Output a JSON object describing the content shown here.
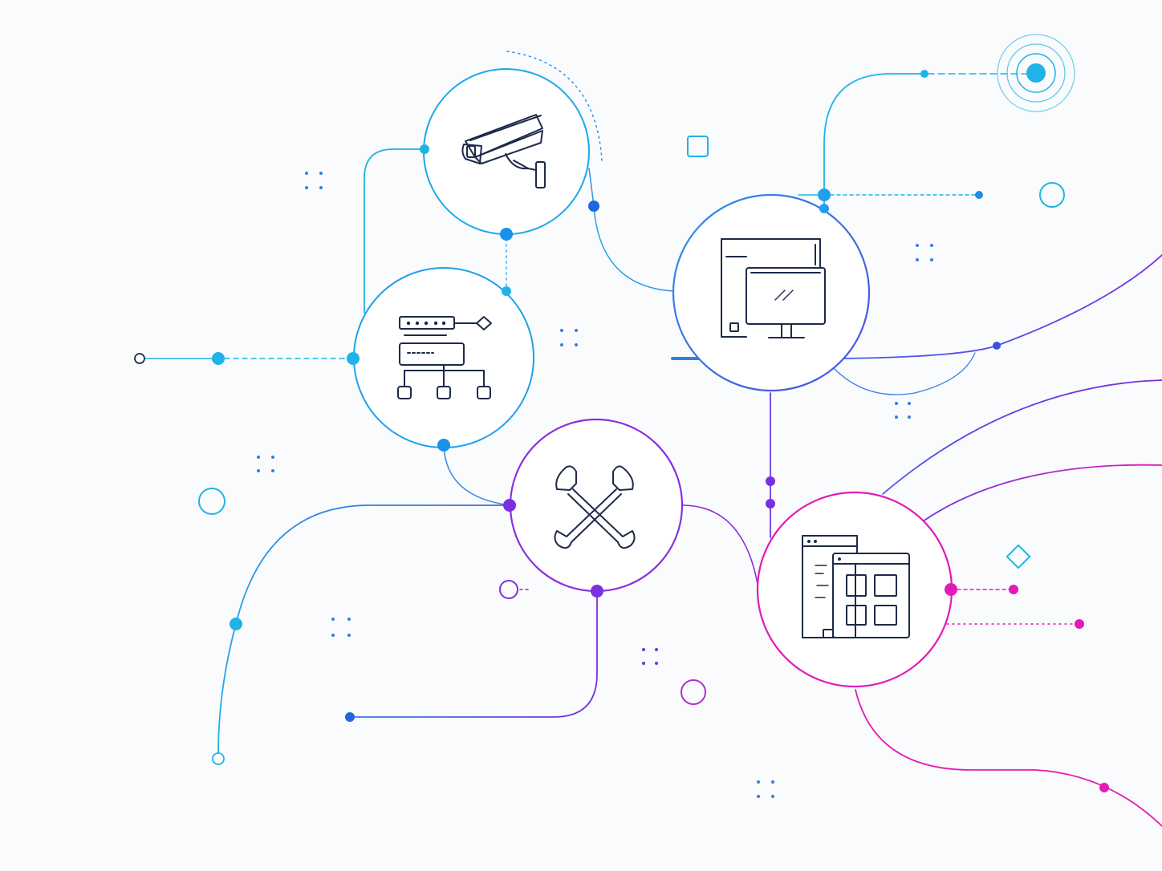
{
  "palette": {
    "cyan": "#1fb3e8",
    "blue": "#2f7fe6",
    "deep_blue": "#3b5be0",
    "violet": "#7a2fe0",
    "magenta": "#e31bb6",
    "icon_stroke": "#1c2a4a",
    "background": "#fafbfc"
  },
  "nodes": [
    {
      "name": "security-camera-node",
      "icon": "security-camera-icon",
      "color": "cyan"
    },
    {
      "name": "network-topology-node",
      "icon": "network-topology-icon",
      "color": "cyan"
    },
    {
      "name": "desktop-computer-node",
      "icon": "desktop-computer-icon",
      "color": "blue"
    },
    {
      "name": "tools-node",
      "icon": "crossed-wrenches-icon",
      "color": "violet"
    },
    {
      "name": "app-windows-node",
      "icon": "app-windows-icon",
      "color": "magenta"
    }
  ],
  "decorations": {
    "signal_beacon": "signal-beacon-icon"
  }
}
